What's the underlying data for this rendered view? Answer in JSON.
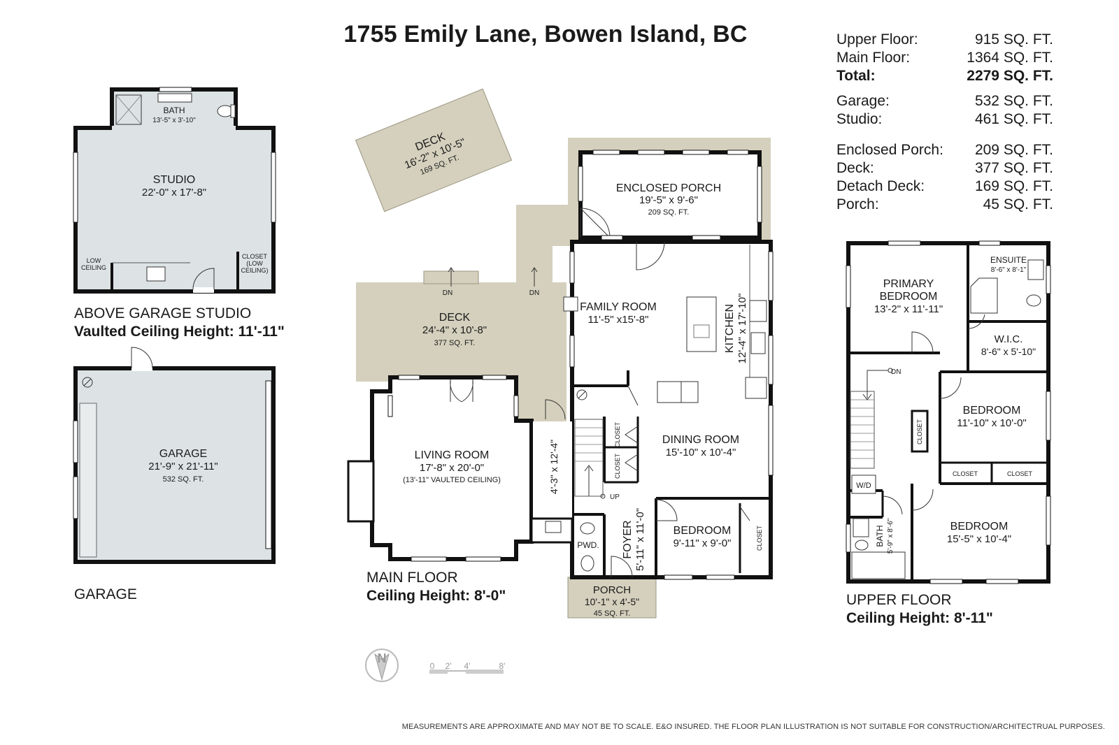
{
  "title": "1755 Emily Lane, Bowen Island, BC",
  "areas_main": [
    {
      "label": "Upper Floor:",
      "value": "915 SQ. FT.",
      "total": false
    },
    {
      "label": "Main Floor:",
      "value": "1364 SQ. FT.",
      "total": false
    },
    {
      "label": "Total:",
      "value": "2279 SQ. FT.",
      "total": true
    }
  ],
  "areas_outbuildings": [
    {
      "label": "Garage:",
      "value": "532 SQ. FT."
    },
    {
      "label": "Studio:",
      "value": "461 SQ. FT."
    }
  ],
  "areas_outdoor": [
    {
      "label": "Enclosed Porch:",
      "value": "209 SQ. FT."
    },
    {
      "label": "Deck:",
      "value": "377 SQ. FT."
    },
    {
      "label": "Detach Deck:",
      "value": "169 SQ. FT."
    },
    {
      "label": "Porch:",
      "value": "45 SQ. FT."
    }
  ],
  "floors": {
    "studio": {
      "name": "ABOVE GARAGE STUDIO",
      "ceiling": "Vaulted Ceiling Height: 11'-11\""
    },
    "garage": {
      "name": "GARAGE"
    },
    "main": {
      "name": "MAIN FLOOR",
      "ceiling": "Ceiling Height: 8'-0\""
    },
    "upper": {
      "name": "UPPER FLOOR",
      "ceiling": "Ceiling Height: 8'-11\""
    }
  },
  "rooms": {
    "studio_bath": {
      "name": "BATH",
      "dims": "13'-5\" x 3'-10\""
    },
    "studio": {
      "name": "STUDIO",
      "dims": "22'-0\" x 17'-8\""
    },
    "studio_low_ceiling": {
      "line1": "LOW",
      "line2": "CEILING"
    },
    "studio_closet": {
      "line1": "CLOSET",
      "line2": "(LOW",
      "line3": "CEILING)"
    },
    "garage": {
      "name": "GARAGE",
      "dims": "21'-9\" x 21'-11\"",
      "area": "532 SQ. FT."
    },
    "detached_deck": {
      "name": "DECK",
      "dims": "16'-2\" x 10'-5\"",
      "area": "169 SQ. FT."
    },
    "enclosed_porch": {
      "name": "ENCLOSED PORCH",
      "dims": "19'-5\" x 9'-6\"",
      "area": "209 SQ. FT."
    },
    "deck": {
      "name": "DECK",
      "dims": "24'-4\" x 10'-8\"",
      "area": "377 SQ. FT."
    },
    "family_room": {
      "name": "FAMILY ROOM",
      "dims": "11'-5\" x15'-8\""
    },
    "kitchen": {
      "name": "KITCHEN",
      "dims": "12'-4\" x 17'-10\""
    },
    "living_room": {
      "name": "LIVING ROOM",
      "dims": "17'-8\" x 20'-0\"",
      "note": "(13'-11\" VAULTED CEILING)"
    },
    "hall": {
      "dims": "4'-3\" x 12'-4\""
    },
    "dining_room": {
      "name": "DINING ROOM",
      "dims": "15'-10\" x 10'-4\""
    },
    "closet": {
      "name": "CLOSET"
    },
    "foyer": {
      "name": "FOYER",
      "dims": "5'-11\" x 11'-0\""
    },
    "pwd": {
      "name": "PWD."
    },
    "main_bedroom": {
      "name": "BEDROOM",
      "dims": "9'-11\" x 9'-0\""
    },
    "porch": {
      "name": "PORCH",
      "dims": "10'-1\" x 4'-5\"",
      "area": "45 SQ. FT."
    },
    "primary_bedroom": {
      "name1": "PRIMARY",
      "name2": "BEDROOM",
      "dims": "13'-2\" x 11'-11\""
    },
    "ensuite": {
      "name": "ENSUITE",
      "dims": "8'-6\" x 8'-1\""
    },
    "wic": {
      "name": "W.I.C.",
      "dims": "8'-6\" x 5'-10\""
    },
    "bedroom_2": {
      "name": "BEDROOM",
      "dims": "11'-10\" x 10'-0\""
    },
    "bedroom_3": {
      "name": "BEDROOM",
      "dims": "15'-5\" x 10'-4\""
    },
    "upper_bath": {
      "name": "BATH",
      "dims": "5'-9\" x 8'-6\""
    },
    "wd": {
      "name": "W/D"
    }
  },
  "stairs": {
    "down": "DN",
    "up": "UP"
  },
  "scale": {
    "labels": [
      "0",
      "2'",
      "4'",
      "8'"
    ]
  },
  "compass": {
    "letter": "N"
  },
  "disclaimer": "MEASUREMENTS ARE APPROXIMATE AND MAY NOT BE TO SCALE.  E&O INSURED. THE FLOOR PLAN ILLUSTRATION IS NOT SUITABLE FOR CONSTRUCTION/ARCHITECTRUAL PURPOSES.",
  "colors": {
    "interior": "#dde3e5",
    "deck": "#d4d0bd",
    "wall": "#111111",
    "window": "#ffffff"
  }
}
